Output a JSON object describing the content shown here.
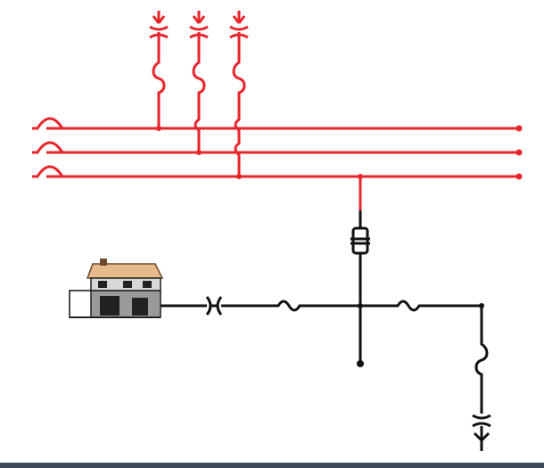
{
  "diagram": {
    "colors": {
      "primary_line": "#e8252a",
      "secondary_line": "#111111",
      "house_roof": "#e8b98a",
      "house_wall": "#9a9a9a",
      "bottom_bar": "#3d4a5c"
    },
    "components": {
      "primary_feeders": "three-phase-primary-conductors",
      "transformer": "pole-mounted-transformer-icon",
      "service_drop": "secondary-service-to-house",
      "house": "house-icon",
      "ground_rod": "ground-terminal"
    }
  }
}
